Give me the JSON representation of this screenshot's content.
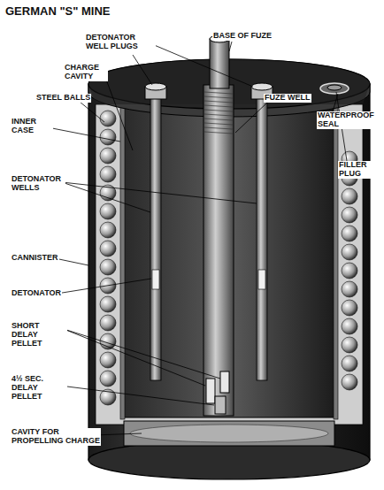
{
  "diagram": {
    "title": "GERMAN \"S\" MINE",
    "labels": [
      "DETONATOR WELL PLUGS",
      "BASE OF FUZE",
      "CHARGE CAVITY",
      "STEEL BALLS",
      "FUZE WELL",
      "WATERPROOF SEAL",
      "INNER CASE",
      "FILLER PLUG",
      "DETONATOR WELLS",
      "CANNISTER",
      "DETONATOR",
      "SHORT DELAY PELLET",
      "4½ SEC. DELAY PELLET",
      "CAVITY FOR PROPELLING CHARGE"
    ]
  }
}
